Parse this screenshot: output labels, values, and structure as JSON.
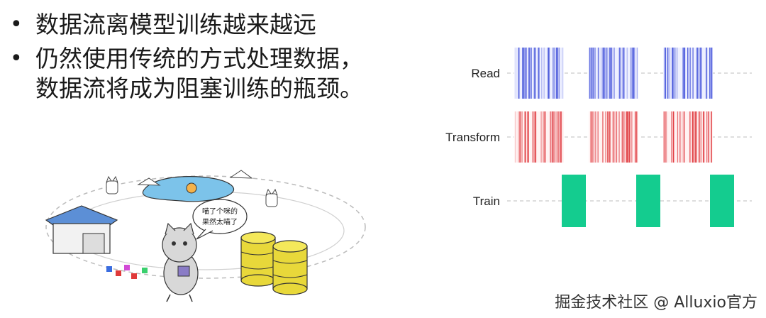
{
  "bullets": [
    {
      "text": "数据流离模型训练越来越远"
    },
    {
      "text": "仍然使用传统的方式处理数据，\n数据流将成为阻塞训练的瓶颈。"
    }
  ],
  "bullet_symbol": "•",
  "illustration": {
    "speech_bubble": "喵了个咪的\n果然太喵了"
  },
  "timeline": {
    "rows": [
      {
        "label": "Read",
        "color": "#3a4ad8"
      },
      {
        "label": "Transform",
        "color": "#e0393e"
      },
      {
        "label": "Train",
        "color": "#14cc8f"
      }
    ]
  },
  "watermark": "掘金技术社区 @ Alluxio官方"
}
